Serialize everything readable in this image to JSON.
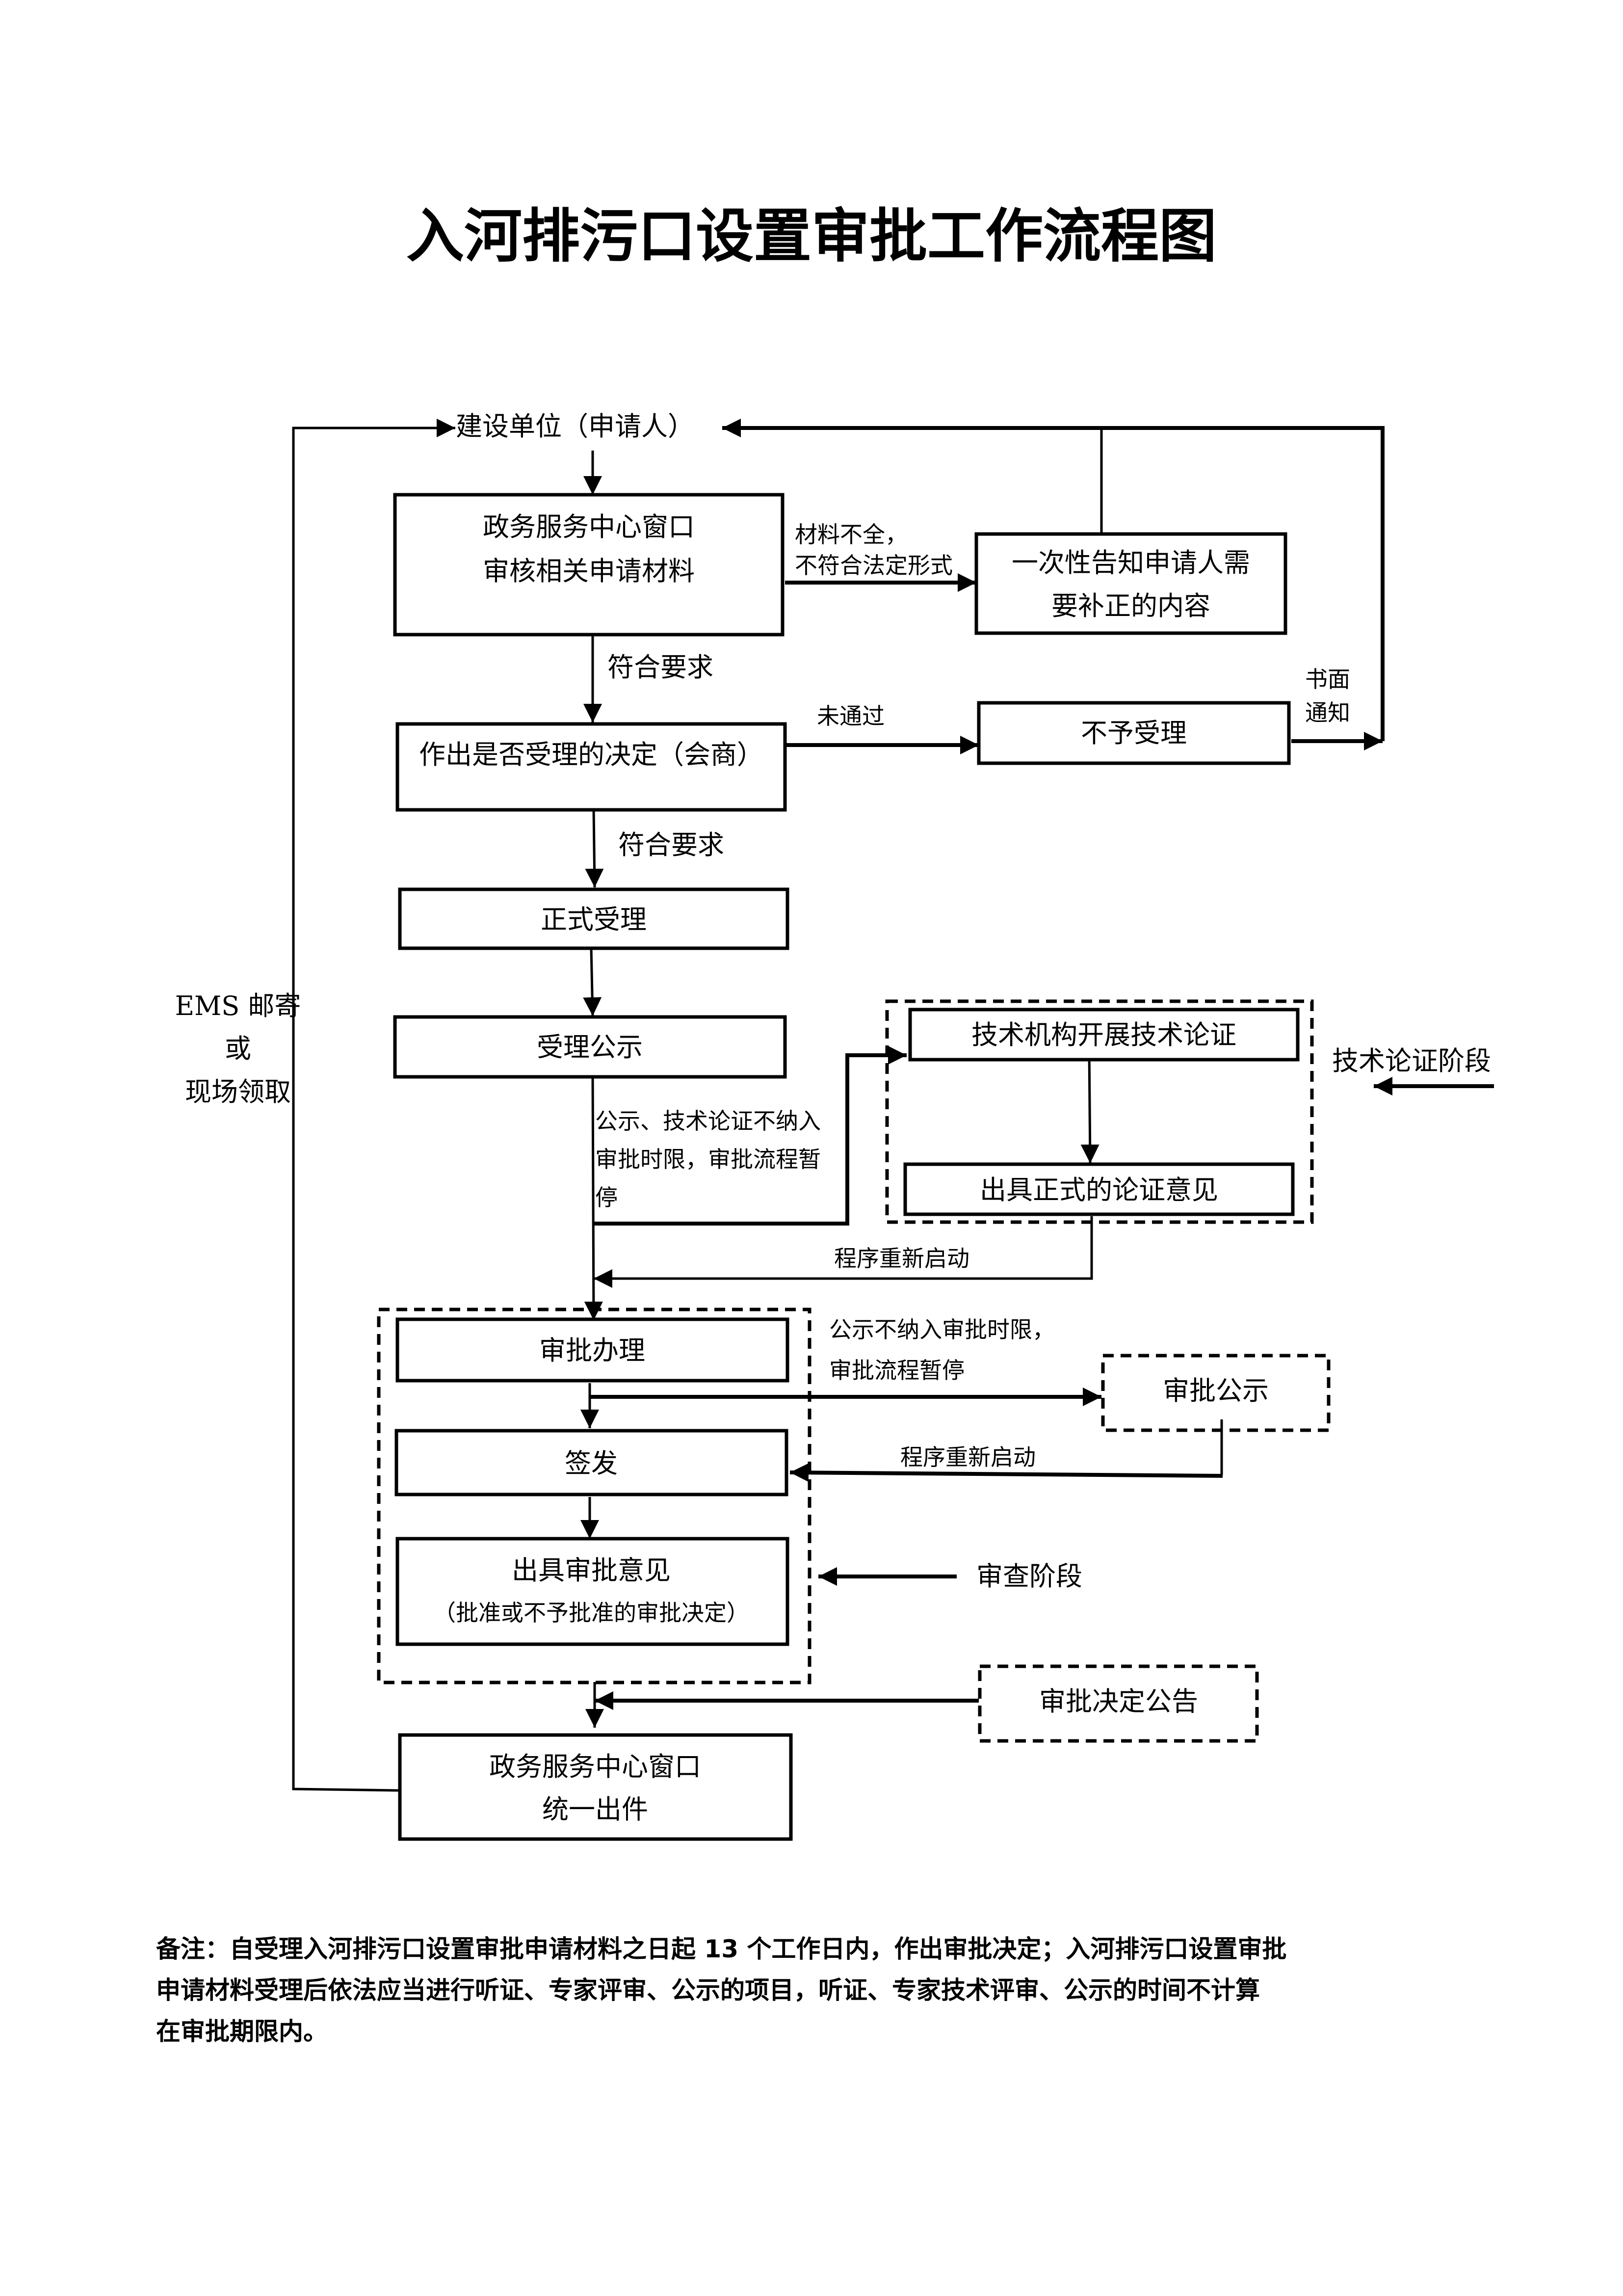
{
  "title": "入河排污口设置审批工作流程图",
  "nodes": {
    "applicant": "建设单位（申请人）",
    "window_review": [
      "政务服务中心窗口",
      "审核相关申请材料"
    ],
    "notify_supplement": [
      "一次性告知申请人需",
      "要补正的内容"
    ],
    "acceptance_decision": "作出是否受理的决定（会商）",
    "reject": "不予受理",
    "formal_acceptance": "正式受理",
    "acceptance_publicity": "受理公示",
    "tech_demonstration": "技术机构开展技术论证",
    "tech_opinion": "出具正式的论证意见",
    "approval_handling": "审批办理",
    "approval_publicity": "审批公示",
    "sign_issue": "签发",
    "approval_opinion": [
      "出具审批意见",
      "（批准或不予批准的审批决定）"
    ],
    "decision_announcement": "审批决定公告",
    "window_issue": [
      "政务服务中心窗口",
      "统一出件"
    ]
  },
  "edge_labels": {
    "incomplete": [
      "材料不全，",
      "不符合法定形式"
    ],
    "meets_req_1": "符合要求",
    "meets_req_2": "符合要求",
    "not_passed": "未通过",
    "written_notice": [
      "书面",
      "通知"
    ],
    "suspend_tech": [
      "公示、技术论证不纳入",
      "审批时限，审批流程暂",
      "停"
    ],
    "restart_1": "程序重新启动",
    "suspend_publicity": [
      "公示不纳入审批时限，",
      "审批流程暂停"
    ],
    "restart_2": "程序重新启动",
    "delivery": [
      "EMS 邮寄",
      "或",
      "现场领取"
    ]
  },
  "stages": {
    "tech_stage": "技术论证阶段",
    "review_stage": "审查阶段"
  },
  "note": [
    "备注：自受理入河排污口设置审批申请材料之日起 13 个工作日内，作出审批决定；入河排污口设置审批",
    "申请材料受理后依法应当进行听证、专家评审、公示的项目，听证、专家技术评审、公示的时间不计算",
    "在审批期限内。"
  ]
}
